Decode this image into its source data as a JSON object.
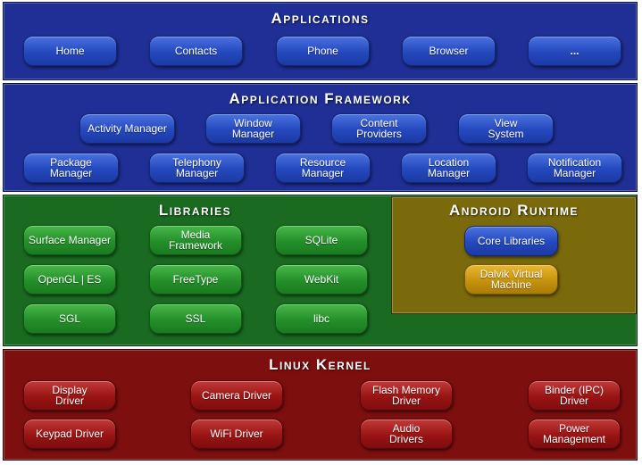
{
  "colors": {
    "applications_bg": "#1f2f95",
    "framework_bg": "#1f2f95",
    "libraries_bg": "#1a6a21",
    "runtime_bg": "#7a6a0c",
    "kernel_bg": "#7e0f0f"
  },
  "applications": {
    "title": "Applications",
    "items": [
      "Home",
      "Contacts",
      "Phone",
      "Browser",
      "..."
    ]
  },
  "framework": {
    "title": "Application Framework",
    "row1": [
      "Activity Manager",
      "Window\nManager",
      "Content\nProviders",
      "View\nSystem"
    ],
    "row2": [
      "Package Manager",
      "Telephony\nManager",
      "Resource\nManager",
      "Location\nManager",
      "Notification\nManager"
    ]
  },
  "libraries": {
    "title": "Libraries",
    "items": [
      "Surface Manager",
      "Media\nFramework",
      "SQLite",
      "OpenGL | ES",
      "FreeType",
      "WebKit",
      "SGL",
      "SSL",
      "libc"
    ]
  },
  "runtime": {
    "title": "Android Runtime",
    "items": [
      "Core Libraries",
      "Dalvik Virtual\nMachine"
    ]
  },
  "kernel": {
    "title": "Linux Kernel",
    "row1": [
      "Display\nDriver",
      "Camera Driver",
      "Flash Memory\nDriver",
      "Binder (IPC)\nDriver"
    ],
    "row2": [
      "Keypad Driver",
      "WiFi Driver",
      "Audio\nDrivers",
      "Power\nManagement"
    ]
  }
}
